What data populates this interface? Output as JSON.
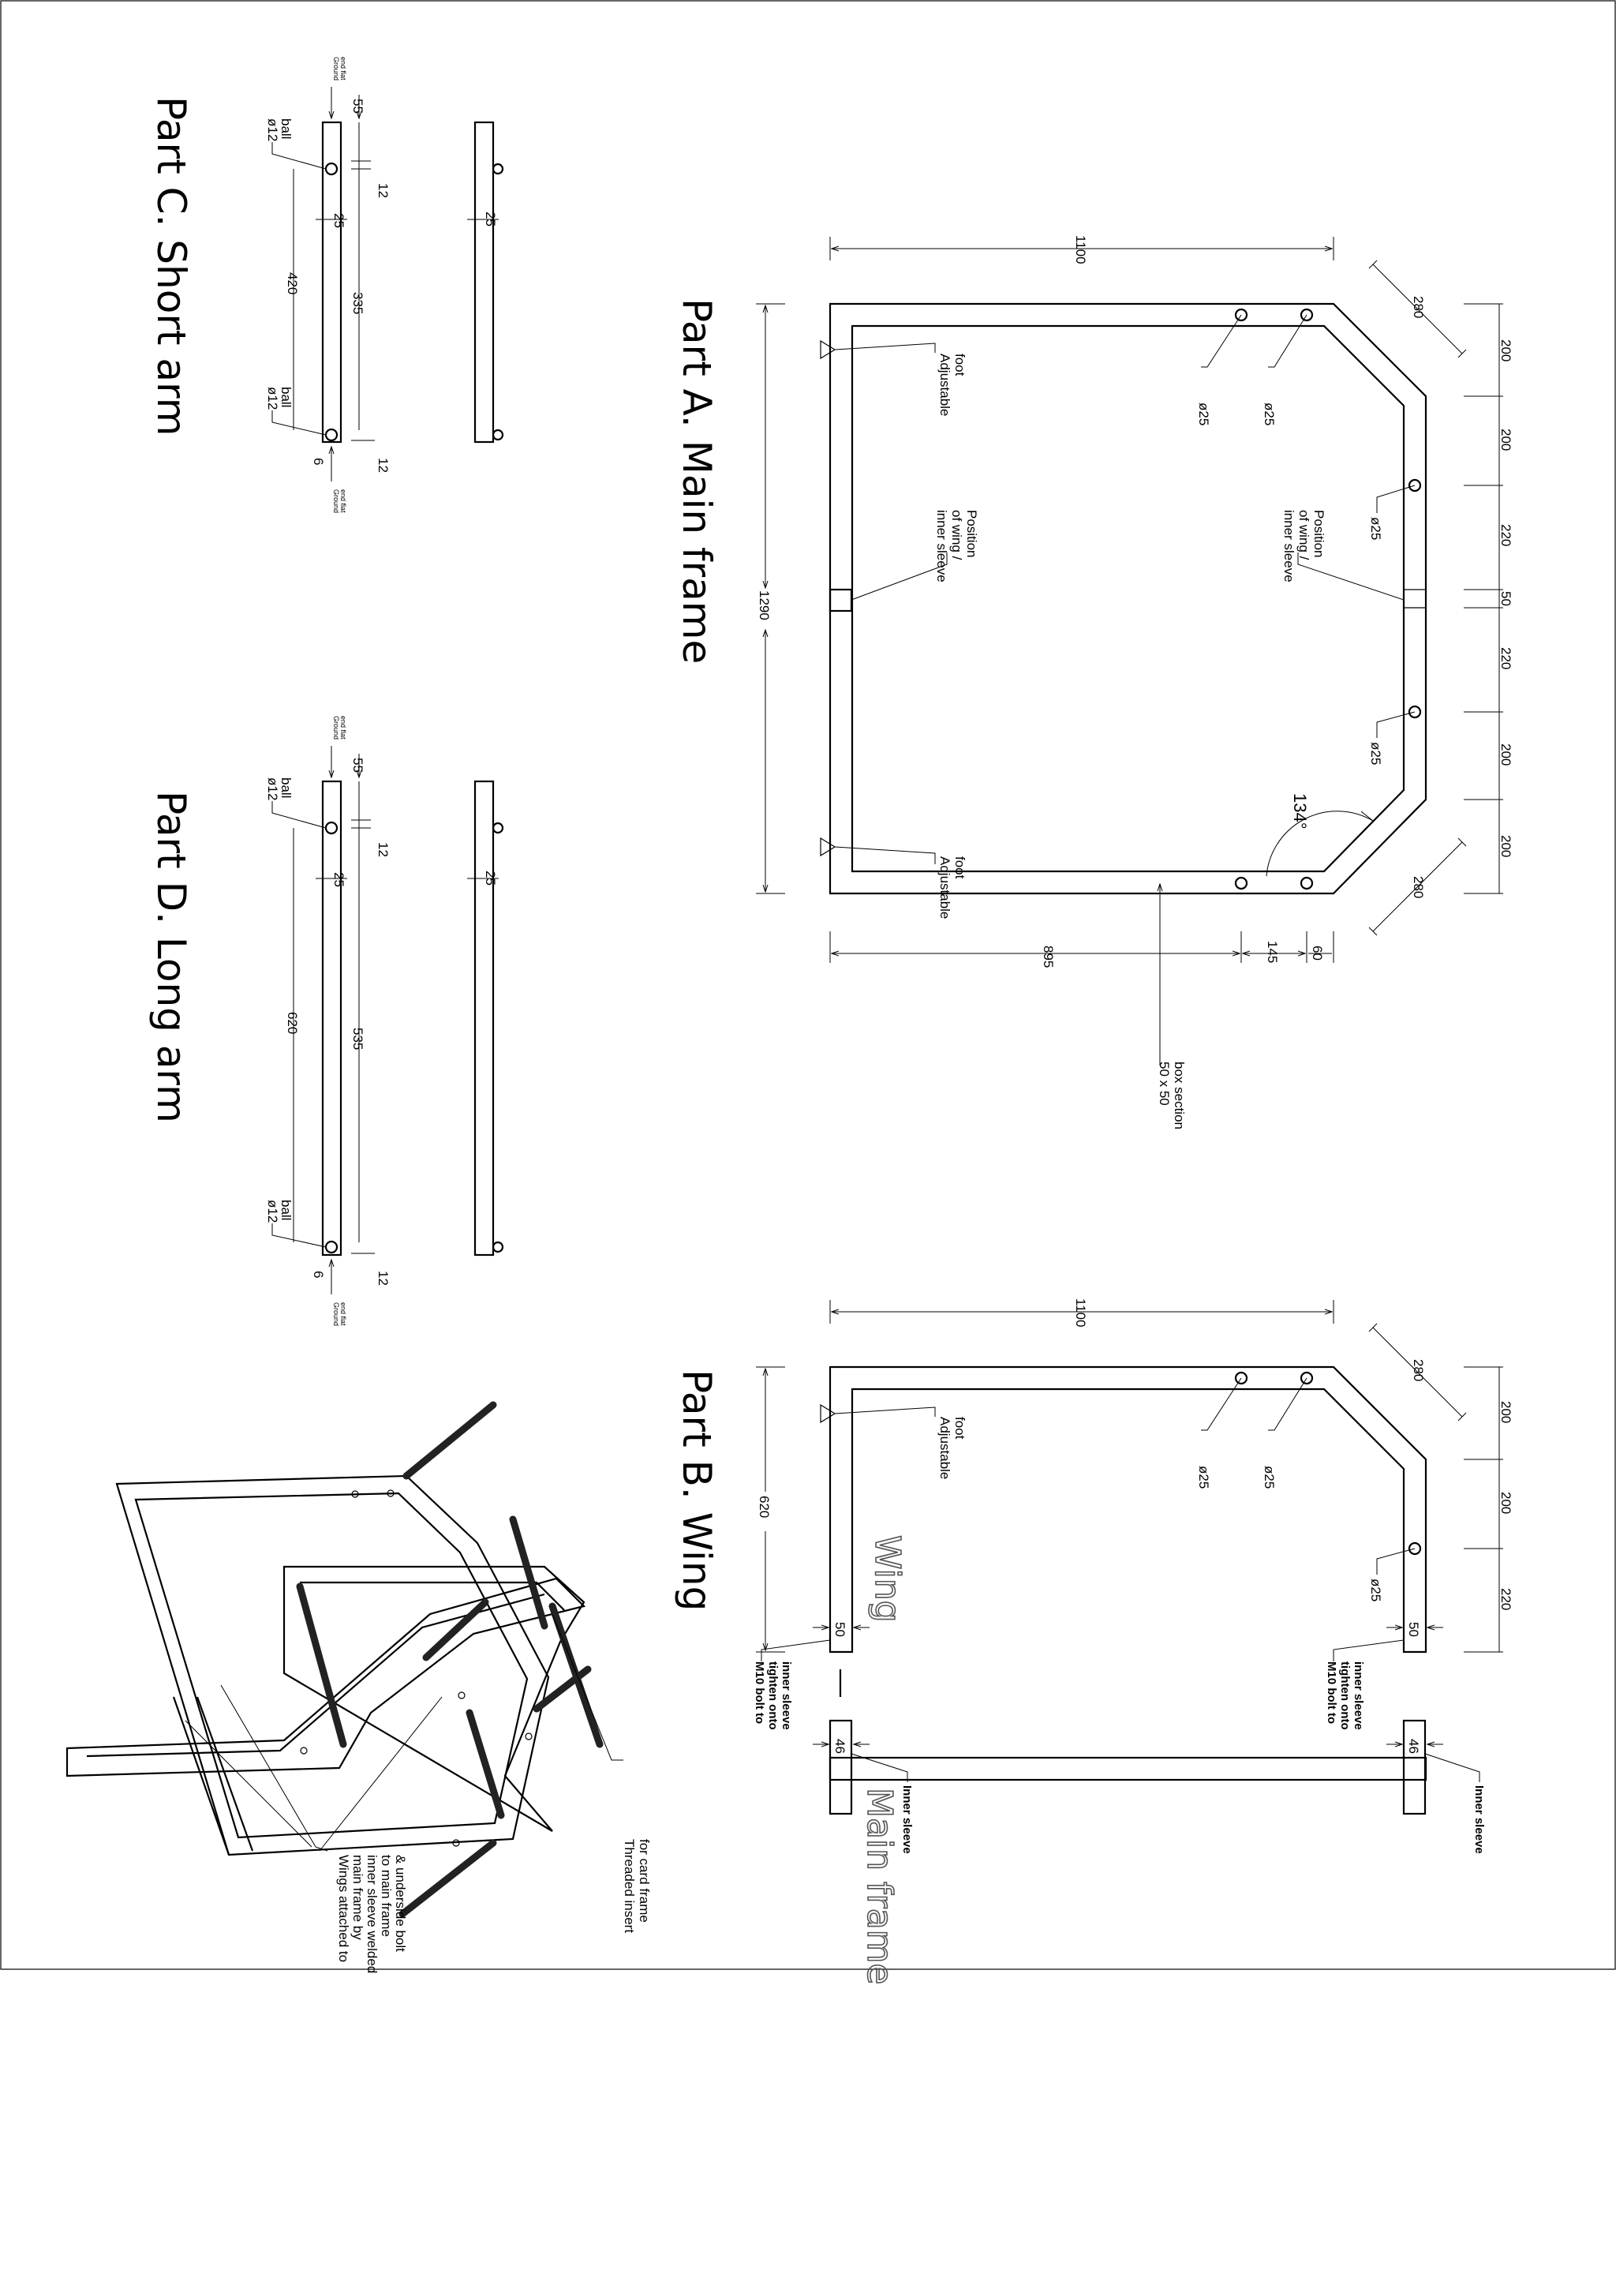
{
  "part_a": {
    "title": "Part A. Main frame",
    "dims": {
      "d1100": "1100",
      "d280a": "280",
      "d280b": "280",
      "d200a": "200",
      "d200b": "200",
      "d220a": "220",
      "d50": "50",
      "d220b": "220",
      "d200c": "200",
      "d200d": "200",
      "d1290": "1290",
      "d895": "895",
      "d145": "145",
      "d60": "60"
    },
    "holes": {
      "h1": "ø25",
      "h2": "ø25",
      "h3": "ø25",
      "h4": "ø25"
    },
    "angle": "134°",
    "labels": {
      "adj_foot_1": [
        "Adjustable",
        "foot"
      ],
      "adj_foot_2": [
        "Adjustable",
        "foot"
      ],
      "pos_sleeve_1": [
        "Position",
        "of wing /",
        "inner sleeve"
      ],
      "pos_sleeve_2": [
        "Position",
        "of wing /",
        "inner sleeve"
      ],
      "box": [
        "50 x 50",
        "box section"
      ]
    }
  },
  "part_b": {
    "title": "Part B. Wing",
    "dims": {
      "d1100": "1100",
      "d280": "280",
      "d200a": "200",
      "d200b": "200",
      "d220": "220",
      "d620": "620",
      "d50a": "50",
      "d50b": "50",
      "d46a": "46",
      "d46b": "46"
    },
    "holes": {
      "h1": "ø25",
      "h2": "ø25",
      "h3": "ø25"
    },
    "labels": {
      "adj_foot": [
        "Adjustable",
        "foot"
      ],
      "bolt_1": [
        "M10 bolt to",
        "tighten onto",
        "inner sleeve"
      ],
      "bolt_2": [
        "M10 bolt to",
        "tighten onto",
        "inner sleeve"
      ],
      "inner_sleeve_1": "Inner sleeve",
      "inner_sleeve_2": "Inner sleeve",
      "wing_word": "Wing",
      "main_frame_word": "Main frame"
    }
  },
  "part_c": {
    "title": "Part C. Short arm",
    "dims": {
      "d55": "55",
      "d12a": "12",
      "d25a": "25",
      "d25b": "25",
      "d420": "420",
      "d335": "335",
      "d6": "6",
      "d12b": "12"
    },
    "labels": {
      "ball_1": [
        "ø12",
        "ball"
      ],
      "ball_2": [
        "ø12",
        "ball"
      ],
      "ground_1": [
        "Ground",
        "end flat"
      ],
      "ground_2": [
        "Ground",
        "end flat"
      ]
    }
  },
  "part_d": {
    "title": "Part D. Long arm",
    "dims": {
      "d55": "55",
      "d12a": "12",
      "d25a": "25",
      "d25b": "25",
      "d620": "620",
      "d535": "535",
      "d6": "6",
      "d12b": "12"
    },
    "labels": {
      "ball_1": [
        "ø12",
        "ball"
      ],
      "ball_2": [
        "ø12",
        "ball"
      ],
      "ground_1": [
        "Ground",
        "end flat"
      ],
      "ground_2": [
        "Ground",
        "end flat"
      ]
    }
  },
  "iso": {
    "threaded_insert": [
      "Threaded insert",
      "for card frame"
    ],
    "wings_note": [
      "Wings attached to",
      "main frame by",
      "inner sleeve welded",
      "to main frame",
      "& underside bolt"
    ]
  }
}
